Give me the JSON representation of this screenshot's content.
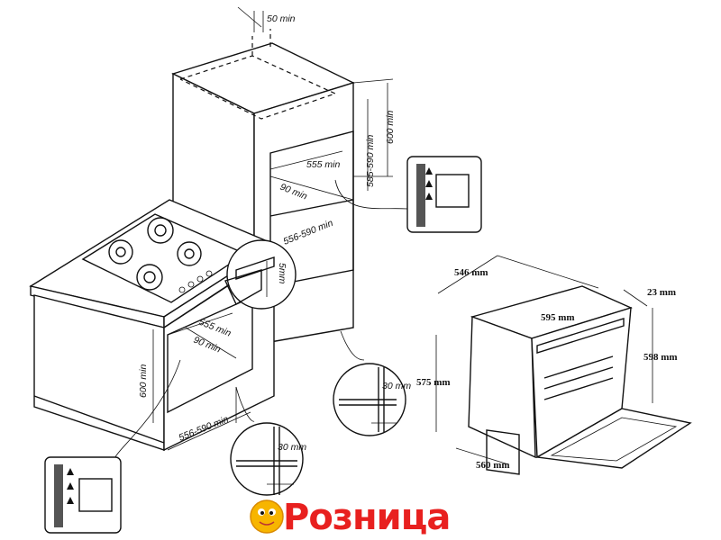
{
  "labels": {
    "top_50": "50 min",
    "col_600": "600 min",
    "col_585": "585-590 min",
    "col_555": "555 min",
    "col_90": "90 min",
    "col_556": "556-590 min",
    "hob_5": "5mm",
    "base_555": "555 min",
    "base_90": "90 min",
    "base_600": "600 min",
    "base_556": "556-590 min",
    "det_30a": "30 mm",
    "det_30b": "30 mm",
    "oven_546": "546 mm",
    "oven_595": "595 mm",
    "oven_23": "23 mm",
    "oven_598": "598 mm",
    "oven_575": "575 mm",
    "oven_560": "560 mm"
  },
  "logo": {
    "text": "Розница",
    "color": "#e8201f"
  }
}
